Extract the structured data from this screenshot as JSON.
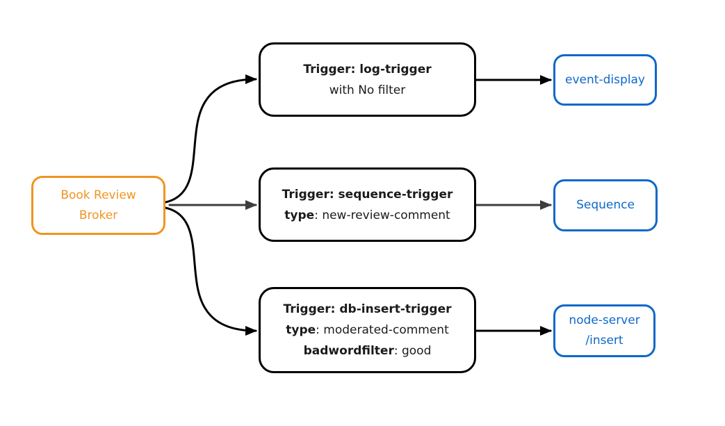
{
  "colors": {
    "orange": "#f0941f",
    "blue": "#0d68c9",
    "edge-black": "#000000",
    "edge-grey": "#3d3d3d",
    "text-dark": "#1b1b1b"
  },
  "broker": {
    "line1": "Book Review",
    "line2": "Broker"
  },
  "triggers": [
    {
      "title": "Trigger: log-trigger",
      "rows": [
        {
          "key": "",
          "value": "with No filter"
        }
      ]
    },
    {
      "title": "Trigger: sequence-trigger",
      "rows": [
        {
          "key": "type",
          "value": ": new-review-comment"
        }
      ]
    },
    {
      "title": "Trigger: db-insert-trigger",
      "rows": [
        {
          "key": "type",
          "value": ": moderated-comment"
        },
        {
          "key": "badwordfilter",
          "value": ": good"
        }
      ]
    }
  ],
  "sinks": [
    {
      "lines": [
        "event-display"
      ]
    },
    {
      "lines": [
        "Sequence"
      ]
    },
    {
      "lines": [
        "node-server",
        "/insert"
      ]
    }
  ],
  "edges": [
    {
      "from": "broker",
      "to": "log-trigger",
      "color": "black"
    },
    {
      "from": "broker",
      "to": "sequence-trigger",
      "color": "grey"
    },
    {
      "from": "broker",
      "to": "db-insert-trigger",
      "color": "black"
    },
    {
      "from": "log-trigger",
      "to": "event-display",
      "color": "black"
    },
    {
      "from": "sequence-trigger",
      "to": "Sequence",
      "color": "grey"
    },
    {
      "from": "db-insert-trigger",
      "to": "node-server/insert",
      "color": "black"
    }
  ]
}
